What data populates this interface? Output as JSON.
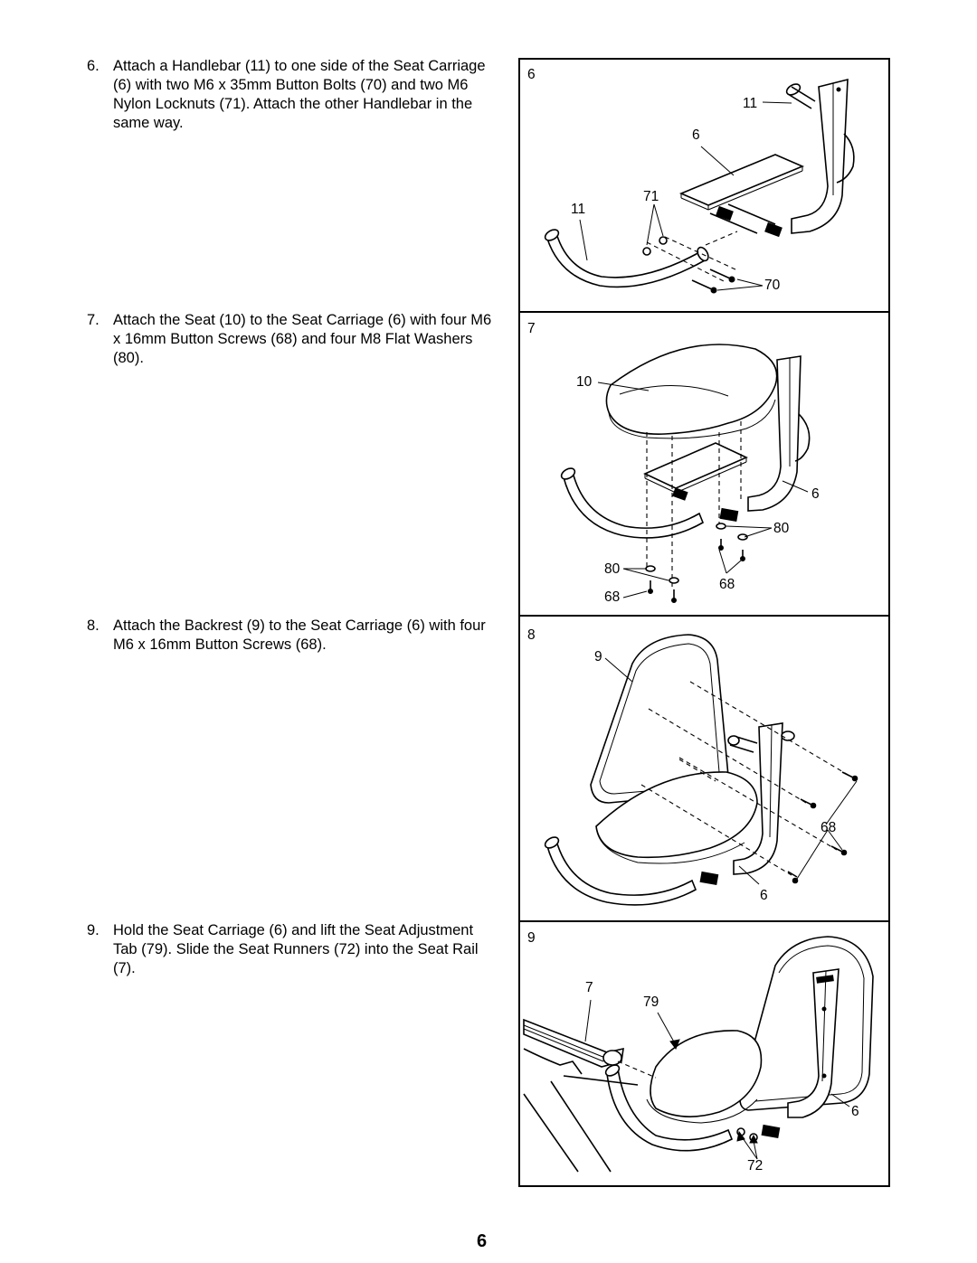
{
  "steps": [
    {
      "number": "6.",
      "text": "Attach a Handlebar (11) to one side of the Seat Carriage (6) with two M6 x 35mm Button Bolts (70) and two M6 Nylon Locknuts (71). Attach the other Handlebar in the same way."
    },
    {
      "number": "7.",
      "text": "Attach the Seat (10) to the Seat Carriage (6) with four M6 x 16mm Button Screws (68) and four M8 Flat Washers (80)."
    },
    {
      "number": "8.",
      "text": "Attach the Backrest (9) to the Seat Carriage (6) with four M6 x 16mm Button Screws (68)."
    },
    {
      "number": "9.",
      "text": "Hold the Seat Carriage (6) and lift the Seat Adjustment Tab (79). Slide the Seat Runners (72) into the Seat Rail (7)."
    }
  ],
  "figures": [
    {
      "step": "6",
      "callouts": [
        "11",
        "6",
        "71",
        "11",
        "70"
      ]
    },
    {
      "step": "7",
      "callouts": [
        "10",
        "6",
        "80",
        "80",
        "68",
        "68"
      ]
    },
    {
      "step": "8",
      "callouts": [
        "9",
        "68",
        "6"
      ]
    },
    {
      "step": "9",
      "callouts": [
        "7",
        "79",
        "6",
        "72"
      ]
    }
  ],
  "page_number": "6"
}
